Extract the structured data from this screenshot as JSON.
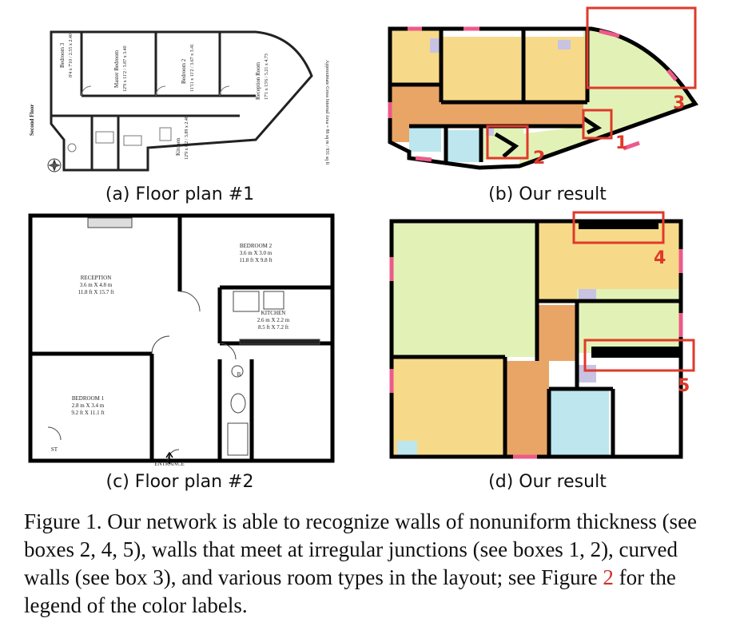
{
  "panels": {
    "a": {
      "caption": "(a) Floor plan #1",
      "floor_label": "Second Floor",
      "area_note": "Approximate Gross Internal Area = 86 sq m / 931 sq ft",
      "rooms": [
        {
          "name": "Bedroom 3",
          "dims": "8'4 x 7'10 / 2.55 x 2.40"
        },
        {
          "name": "Master Bedroom",
          "dims": "12'9 x 11'2 / 3.87 x 3.40"
        },
        {
          "name": "Bedroom 2",
          "dims": "11'11 x 11'2 / 3.67 x 3.41"
        },
        {
          "name": "Reception Room",
          "dims": "17'1 x 15'6 / 5.21 x 4.73"
        },
        {
          "name": "Kitchen",
          "dims": "12'9 x 8'2 / 3.89 x 2.48"
        }
      ]
    },
    "b": {
      "caption": "(b) Our result",
      "box_labels": [
        "1",
        "2",
        "3"
      ]
    },
    "c": {
      "caption": "(c) Floor plan #2",
      "rooms": [
        {
          "name": "RECEPTION",
          "line1": "3.6 m X 4.8 m",
          "line2": "11.8 ft X 15.7 ft"
        },
        {
          "name": "BEDROOM 2",
          "line1": "3.6 m X 3.0 m",
          "line2": "11.8 ft X 9.8 ft"
        },
        {
          "name": "KITCHEN",
          "line1": "2.6 m X 2.2 m",
          "line2": "8.5 ft X 7.2 ft"
        },
        {
          "name": "BEDROOM 1",
          "line1": "2.8 m X 3.4 m",
          "line2": "9.2 ft X 11.1 ft"
        }
      ],
      "entrance_label": "ENTRANCE",
      "st_label": "ST",
      "b_label": "B"
    },
    "d": {
      "caption": "(d) Our result",
      "box_labels": [
        "4",
        "5"
      ]
    }
  },
  "figure_caption": {
    "prefix": "Figure 1. Our network is able to recognize walls of nonuniform thickness (see boxes 2, 4, 5), walls that meet at irregular junctions (see boxes 1, 2), curved walls (see box 3), and various room types in the layout; see Figure ",
    "ref": "2",
    "suffix": " for the legend of the color labels."
  },
  "colors": {
    "bedroom": "#f7d98a",
    "living": "#e2f2b6",
    "corridor": "#e9a566",
    "bathroom": "#bde6ee",
    "closet": "#c8c3e2",
    "wall": "#000000",
    "opening": "#ec5a8a",
    "highlight": "#e0392b"
  }
}
